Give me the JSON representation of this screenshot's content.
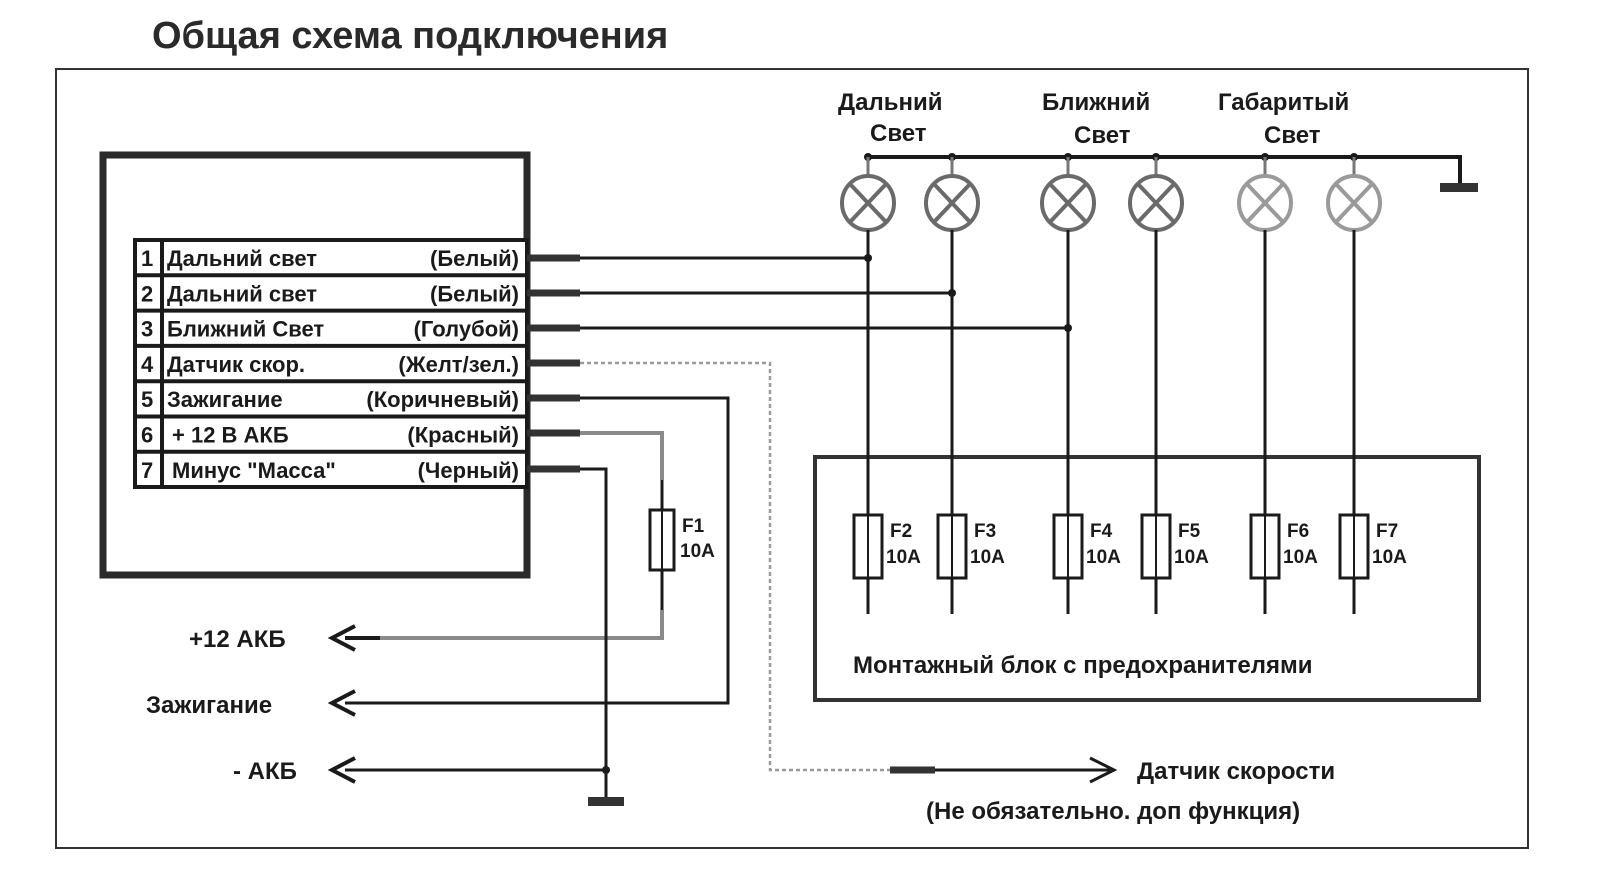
{
  "title": "Общая схема подключения",
  "connector": {
    "pins": [
      {
        "num": "1",
        "name": "Дальний свет",
        "color": "(Белый)"
      },
      {
        "num": "2",
        "name": "Дальний свет",
        "color": "(Белый)"
      },
      {
        "num": "3",
        "name": "Ближний Свет",
        "color": "(Голубой)"
      },
      {
        "num": "4",
        "name": "Датчик скор.",
        "color": "(Желт/зел.)"
      },
      {
        "num": "5",
        "name": "Зажигание",
        "color": "(Коричневый)"
      },
      {
        "num": "6",
        "name": "+ 12 В АКБ",
        "color": "(Красный)"
      },
      {
        "num": "7",
        "name": "Минус \"Масса\"",
        "color": "(Черный)"
      }
    ]
  },
  "lamp_groups": [
    {
      "line1": "Дальний",
      "line2": "Свет"
    },
    {
      "line1": "Ближний",
      "line2": "Свет"
    },
    {
      "line1": "Габаритый",
      "line2": "Свет"
    }
  ],
  "fuses": [
    {
      "name": "F1",
      "rating": "10A"
    },
    {
      "name": "F2",
      "rating": "10A"
    },
    {
      "name": "F3",
      "rating": "10A"
    },
    {
      "name": "F4",
      "rating": "10A"
    },
    {
      "name": "F5",
      "rating": "10A"
    },
    {
      "name": "F6",
      "rating": "10A"
    },
    {
      "name": "F7",
      "rating": "10A"
    }
  ],
  "fuse_block_label": "Монтажный блок с предохранителями",
  "outputs": {
    "plus12": "+12 АКБ",
    "ignition": "Зажигание",
    "minus": "- АКБ"
  },
  "speed_sensor": {
    "label": "Датчик скорости",
    "note": "(Не обязательно. доп функция)"
  }
}
